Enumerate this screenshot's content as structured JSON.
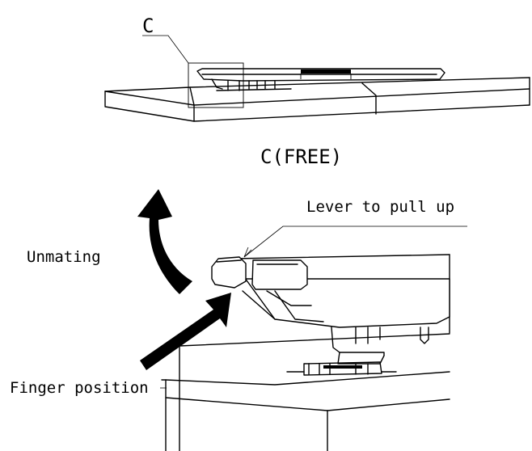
{
  "labels": {
    "detail_marker": "C",
    "detail_title": "C(FREE)",
    "lever": "Lever to pull up",
    "unmating": "Unmating",
    "finger": "Finger position"
  },
  "colors": {
    "ink": "#000000",
    "background": "#ffffff"
  }
}
